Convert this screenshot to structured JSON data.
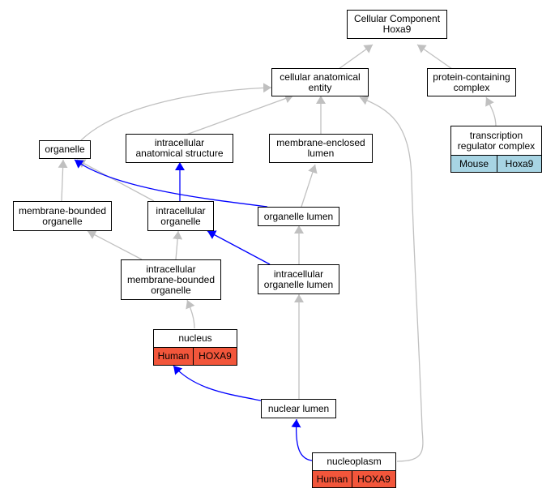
{
  "colors": {
    "gray_edge": "#c0c0c0",
    "blue_edge": "#0000ff",
    "human_fill": "#f2563b",
    "mouse_fill": "#a7d4e3"
  },
  "nodes": {
    "cellular_component": {
      "line1": "Cellular Component",
      "line2": "Hoxa9"
    },
    "cellular_anatomical_entity": {
      "line1": "cellular anatomical",
      "line2": "entity"
    },
    "protein_containing_complex": {
      "line1": "protein-containing",
      "line2": "complex"
    },
    "organelle": {
      "line1": "organelle"
    },
    "intracellular_anatomical_structure": {
      "line1": "intracellular",
      "line2": "anatomical structure"
    },
    "membrane_enclosed_lumen": {
      "line1": "membrane-enclosed",
      "line2": "lumen"
    },
    "transcription_regulator_complex": {
      "line1": "transcription",
      "line2": "regulator complex",
      "tags": [
        "Mouse",
        "Hoxa9"
      ]
    },
    "membrane_bounded_organelle": {
      "line1": "membrane-bounded",
      "line2": "organelle"
    },
    "intracellular_organelle": {
      "line1": "intracellular",
      "line2": "organelle"
    },
    "organelle_lumen": {
      "line1": "organelle lumen"
    },
    "intracellular_membrane_bounded_organelle": {
      "line1": "intracellular",
      "line2": "membrane-bounded",
      "line3": "organelle"
    },
    "intracellular_organelle_lumen": {
      "line1": "intracellular",
      "line2": "organelle lumen"
    },
    "nucleus": {
      "line1": "nucleus",
      "tags": [
        "Human",
        "HOXA9"
      ]
    },
    "nuclear_lumen": {
      "line1": "nuclear lumen"
    },
    "nucleoplasm": {
      "line1": "nucleoplasm",
      "tags": [
        "Human",
        "HOXA9"
      ]
    }
  }
}
